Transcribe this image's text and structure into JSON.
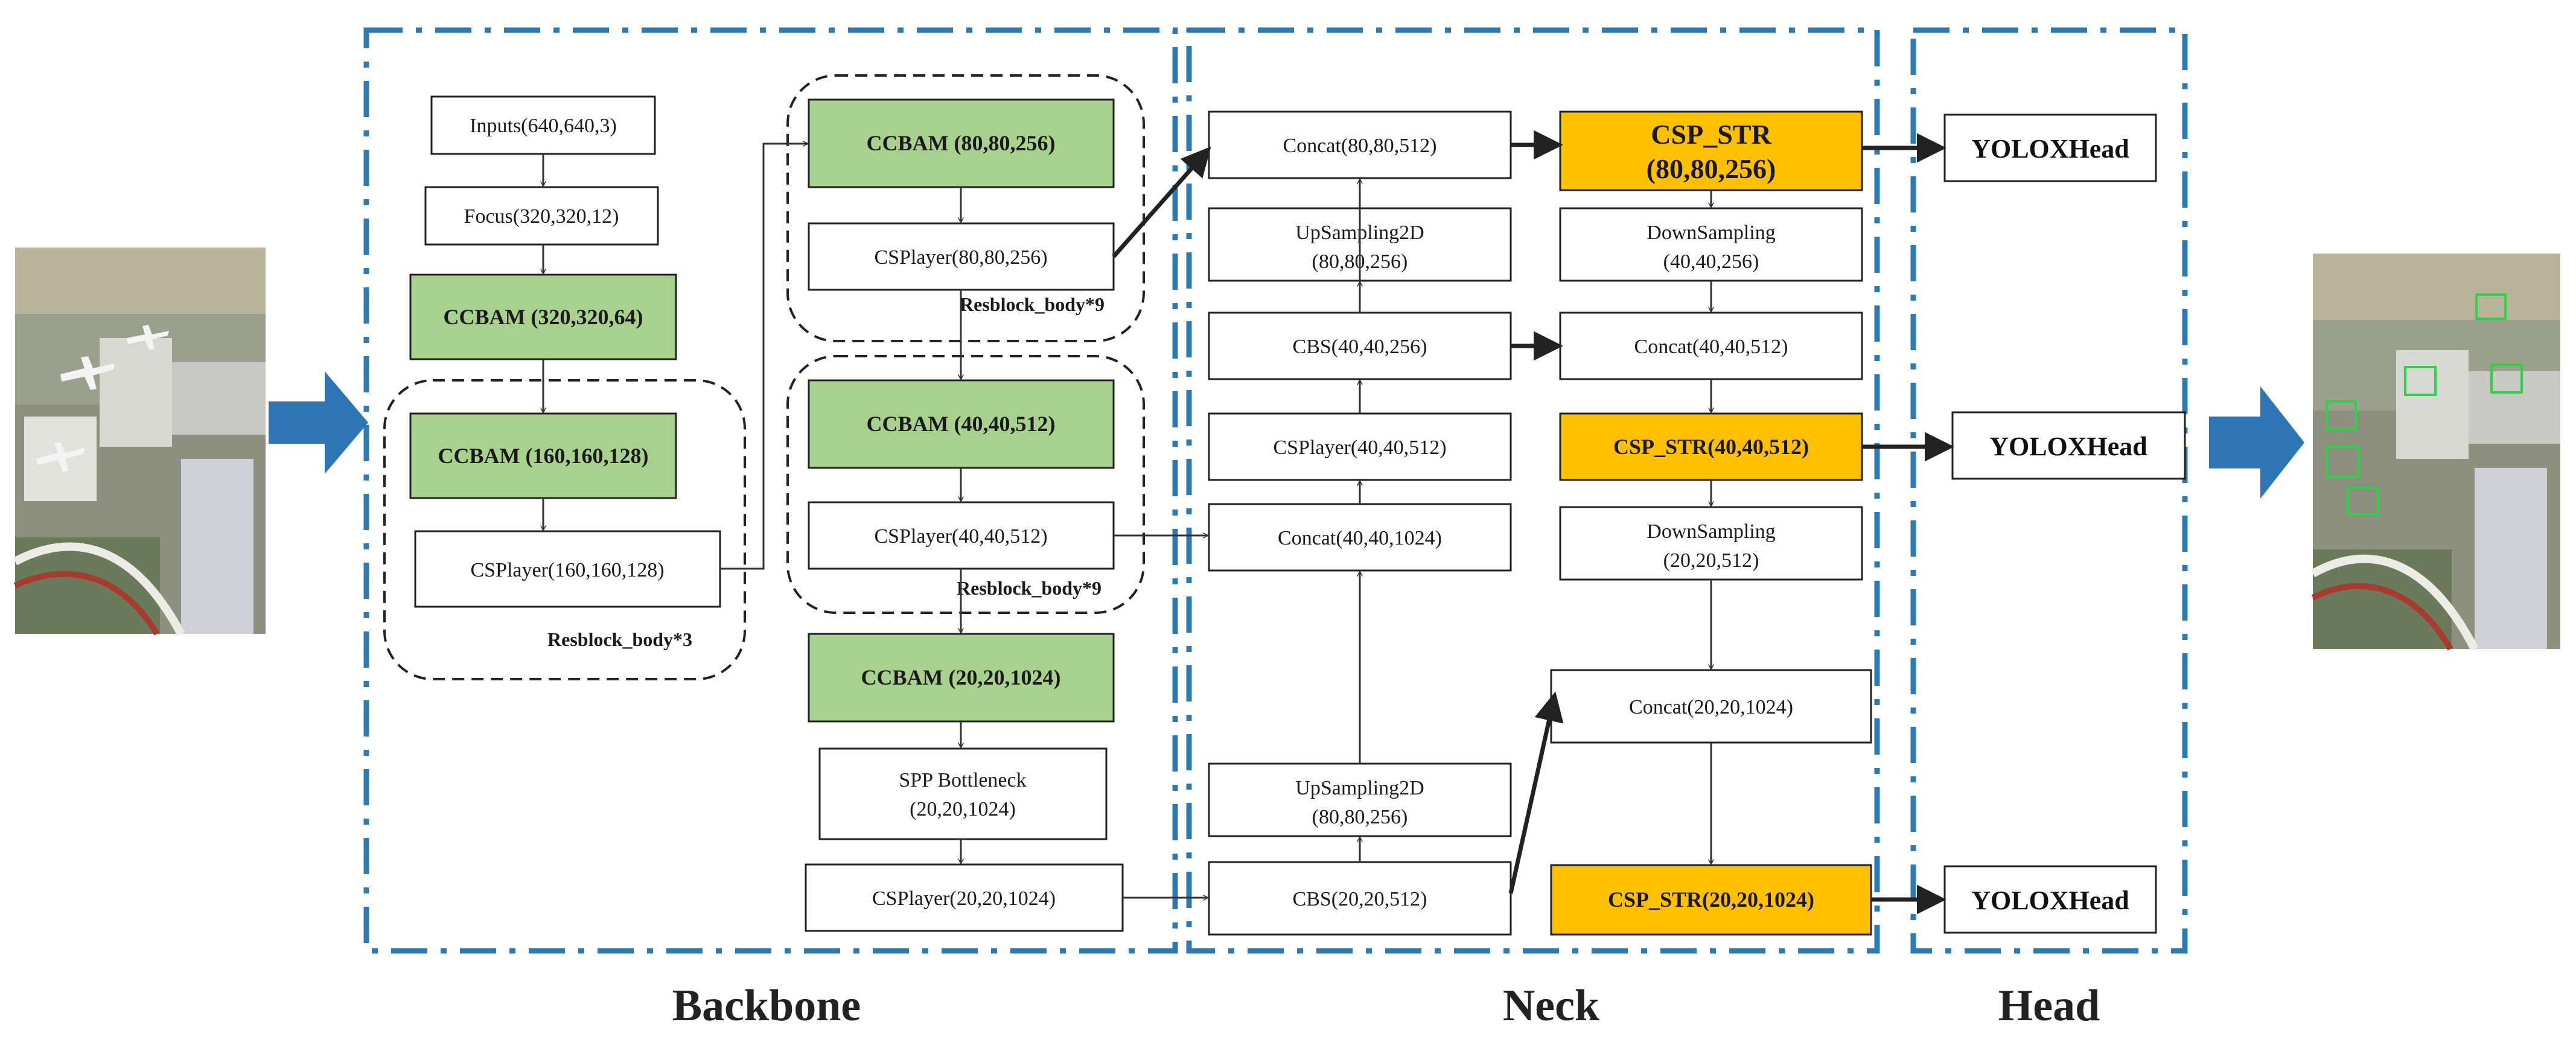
{
  "sections": {
    "backbone": "Backbone",
    "neck": "Neck",
    "head": "Head"
  },
  "backbone": {
    "inputs": "Inputs(640,640,3)",
    "focus": "Focus(320,320,12)",
    "ccbam1": "CCBAM (320,320,64)",
    "ccbam2": "CCBAM (160,160,128)",
    "csp1": "CSPlayer(160,160,128)",
    "resblock1": "Resblock_body*3",
    "ccbam3": "CCBAM (80,80,256)",
    "csp2": "CSPlayer(80,80,256)",
    "resblock2": "Resblock_body*9",
    "ccbam4": "CCBAM (40,40,512)",
    "csp3": "CSPlayer(40,40,512)",
    "resblock3": "Resblock_body*9",
    "ccbam5": "CCBAM (20,20,1024)",
    "spp_line1": "SPP Bottleneck",
    "spp_line2": "(20,20,1024)",
    "csp4": "CSPlayer(20,20,1024)"
  },
  "neck": {
    "concat1": "Concat(80,80,512)",
    "up1_line1": "UpSampling2D",
    "up1_line2": "(80,80,256)",
    "cbs1": "CBS(40,40,256)",
    "csp5": "CSPlayer(40,40,512)",
    "concat2": "Concat(40,40,1024)",
    "up2_line1": "UpSampling2D",
    "up2_line2": "(80,80,256)",
    "cbs2": "CBS(20,20,512)",
    "cspstr1_line1": "CSP_STR",
    "cspstr1_line2": "(80,80,256)",
    "down1_line1": "DownSampling",
    "down1_line2": "(40,40,256)",
    "concat3": "Concat(40,40,512)",
    "cspstr2": "CSP_STR(40,40,512)",
    "down2_line1": "DownSampling",
    "down2_line2": "(20,20,512)",
    "concat4": "Concat(20,20,1024)",
    "cspstr3": "CSP_STR(20,20,1024)"
  },
  "head": {
    "h1": "YOLOXHead",
    "h2": "YOLOXHead",
    "h3": "YOLOXHead"
  },
  "colors": {
    "frame": "#2c7bb6",
    "ccbam": "#a9d18e",
    "csp_str": "#ffc000",
    "big_arrow": "#2e75b6"
  }
}
